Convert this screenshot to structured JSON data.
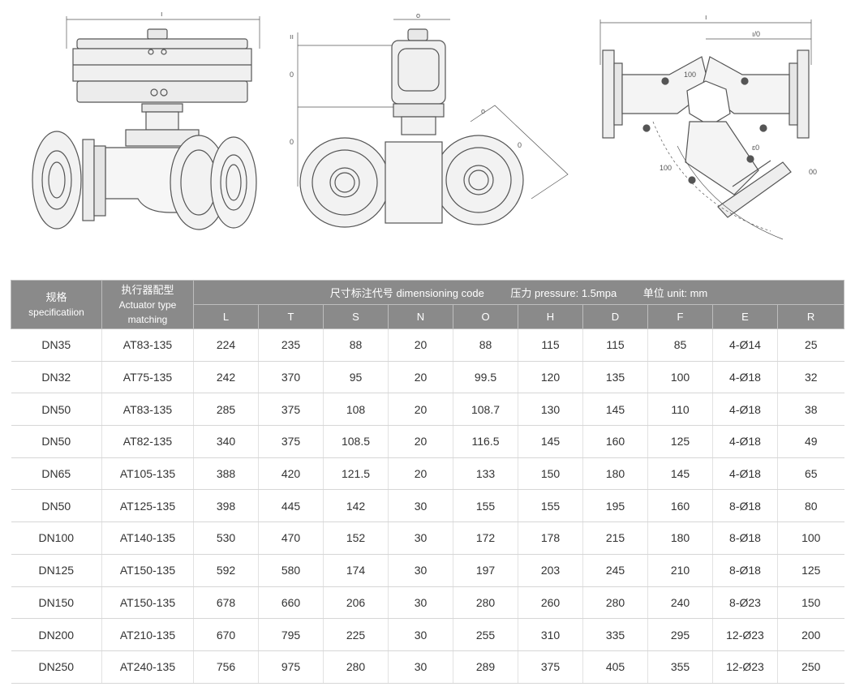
{
  "drawings": {
    "front_view": {
      "dim_top": "ı"
    },
    "side_view": {
      "dim_top": "o",
      "dim_left_1": "ıı",
      "dim_left_2": "0",
      "dim_left_3": "0",
      "dim_diag_1": "o",
      "dim_diag_2": "0"
    },
    "section_view": {
      "dim_top": "ı",
      "dim_top_2": "ı/0",
      "dim_r1": "100",
      "dim_r2": "100",
      "dim_r3": "ɛ0",
      "dim_r4": "00"
    }
  },
  "table": {
    "header": {
      "spec_cn": "规格",
      "spec_en": "specificatiion",
      "actuator_cn": "执行器配型",
      "actuator_en_1": "Actuator type",
      "actuator_en_2": "matching",
      "dim_cn": "尺寸标注代号",
      "dim_en": "dimensioning code",
      "pressure_cn": "压力",
      "pressure_en": "pressure:",
      "pressure_val": "1.5mpa",
      "unit_cn": "单位",
      "unit_en": "unit:",
      "unit_val": "mm",
      "columns": [
        "L",
        "T",
        "S",
        "N",
        "O",
        "H",
        "D",
        "F",
        "E",
        "R"
      ]
    },
    "rows": [
      [
        "DN35",
        "AT83-135",
        "224",
        "235",
        "88",
        "20",
        "88",
        "115",
        "115",
        "85",
        "4-Ø14",
        "25"
      ],
      [
        "DN32",
        "AT75-135",
        "242",
        "370",
        "95",
        "20",
        "99.5",
        "120",
        "135",
        "100",
        "4-Ø18",
        "32"
      ],
      [
        "DN50",
        "AT83-135",
        "285",
        "375",
        "108",
        "20",
        "108.7",
        "130",
        "145",
        "110",
        "4-Ø18",
        "38"
      ],
      [
        "DN50",
        "AT82-135",
        "340",
        "375",
        "108.5",
        "20",
        "116.5",
        "145",
        "160",
        "125",
        "4-Ø18",
        "49"
      ],
      [
        "DN65",
        "AT105-135",
        "388",
        "420",
        "121.5",
        "20",
        "133",
        "150",
        "180",
        "145",
        "4-Ø18",
        "65"
      ],
      [
        "DN50",
        "AT125-135",
        "398",
        "445",
        "142",
        "30",
        "155",
        "155",
        "195",
        "160",
        "8-Ø18",
        "80"
      ],
      [
        "DN100",
        "AT140-135",
        "530",
        "470",
        "152",
        "30",
        "172",
        "178",
        "215",
        "180",
        "8-Ø18",
        "100"
      ],
      [
        "DN125",
        "AT150-135",
        "592",
        "580",
        "174",
        "30",
        "197",
        "203",
        "245",
        "210",
        "8-Ø18",
        "125"
      ],
      [
        "DN150",
        "AT150-135",
        "678",
        "660",
        "206",
        "30",
        "280",
        "260",
        "280",
        "240",
        "8-Ø23",
        "150"
      ],
      [
        "DN200",
        "AT210-135",
        "670",
        "795",
        "225",
        "30",
        "255",
        "310",
        "335",
        "295",
        "12-Ø23",
        "200"
      ],
      [
        "DN250",
        "AT240-135",
        "756",
        "975",
        "280",
        "30",
        "289",
        "375",
        "405",
        "355",
        "12-Ø23",
        "250"
      ]
    ]
  }
}
